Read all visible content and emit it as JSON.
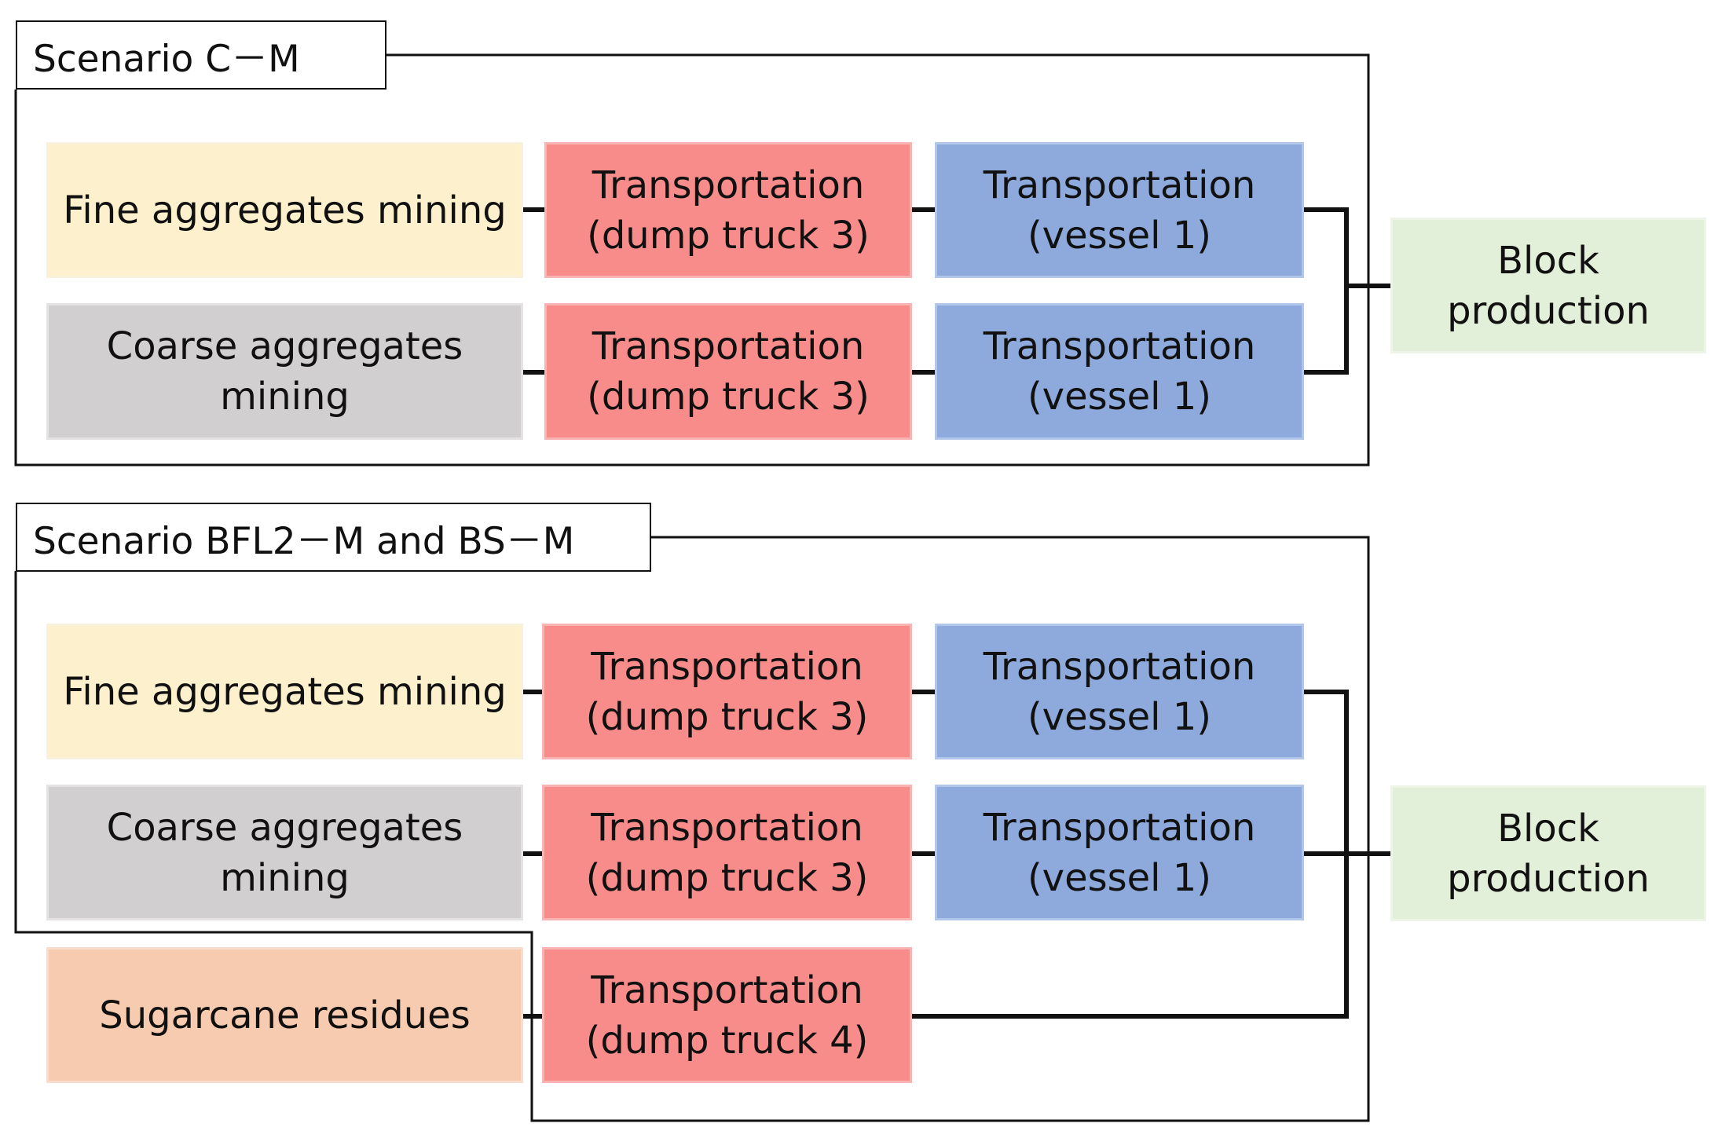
{
  "colors": {
    "fine_aggregates": "#fdf0cc",
    "coarse_aggregates": "#d1cfd0",
    "dump_truck": "#f88c8b",
    "vessel": "#8eaadc",
    "block_production": "#e2efd9",
    "sugarcane": "#f7cbaf",
    "line": "#111111"
  },
  "scenario1": {
    "title": "Scenario C－M",
    "fine_mining": "Fine aggregates mining",
    "coarse_mining": "Coarse aggregates mining",
    "truck_fine": "Transportation\n(dump truck 3)",
    "truck_coarse": "Transportation\n(dump truck 3)",
    "vessel_fine": "Transportation\n(vessel 1)",
    "vessel_coarse": "Transportation\n(vessel 1)",
    "block": "Block\nproduction"
  },
  "scenario2": {
    "title": "Scenario BFL2－M and BS－M",
    "fine_mining": "Fine aggregates mining",
    "coarse_mining": "Coarse aggregates mining",
    "sugarcane": "Sugarcane residues",
    "truck_fine": "Transportation\n(dump truck 3)",
    "truck_coarse": "Transportation\n(dump truck 3)",
    "truck_sugar": "Transportation\n(dump truck 4)",
    "vessel_fine": "Transportation\n(vessel 1)",
    "vessel_coarse": "Transportation\n(vessel 1)",
    "block": "Block\nproduction"
  }
}
